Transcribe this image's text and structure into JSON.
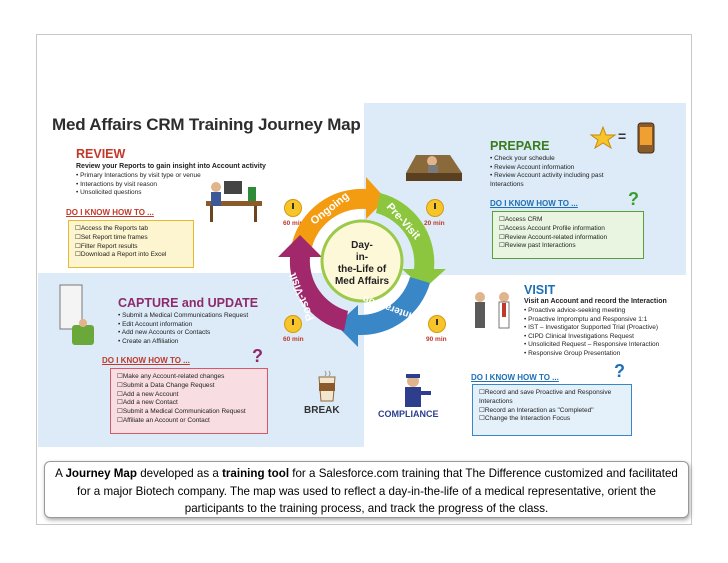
{
  "title": "Med Affairs CRM Training Journey Map",
  "review": {
    "title": "REVIEW",
    "subtitle": "Review your Reports to gain insight into Account activity",
    "bullets": [
      "Primary Interactions by visit type or venue",
      "Interactions by visit reason",
      "Unsolicited questions"
    ],
    "do_i_know": "DO I KNOW HOW TO ...",
    "checklist": [
      "Access the Reports tab",
      "Set Report time frames",
      "Filter Report results",
      "Download a Report into Excel"
    ],
    "time": "60 min"
  },
  "prepare": {
    "title": "PREPARE",
    "bullets": [
      "Check your schedule",
      "Review Account information",
      "Review Account activity including past Interactions"
    ],
    "do_i_know": "DO I KNOW HOW TO ...",
    "checklist": [
      "Access CRM",
      "Access Account Profile information",
      "Review Account-related information",
      "Review past Interactions"
    ],
    "time": "20 min",
    "equals": "="
  },
  "capture": {
    "title": "CAPTURE and UPDATE",
    "bullets": [
      "Submit a Medical Communications Request",
      "Edit Account information",
      "Add new Accounts or Contacts",
      "Create an Affiliation"
    ],
    "do_i_know": "DO I KNOW HOW TO ...",
    "checklist": [
      "Make any Account-related changes",
      "Submit a Data Change Request",
      "Add a new Account",
      "Add a new Contact",
      "Submit a Medical Communication Request",
      "Affiliate an Account or Contact"
    ],
    "time": "60 min"
  },
  "visit": {
    "title": "VISIT",
    "subtitle": "Visit an Account and record the Interaction",
    "bullets": [
      "Proactive advice-seeking meeting",
      "Proactive Impromptu and Responsive 1:1",
      "IST – Investigator Supported Trial (Proactive)",
      "CIPD Clinical Investigations Request",
      "Unsolicited Request – Responsive Interaction",
      "Responsive Group Presentation"
    ],
    "do_i_know": "DO I KNOW HOW TO ...",
    "checklist": [
      "Record and save Proactive and Responsive Interactions",
      "Record an Interaction as \"Completed\"",
      "Change the Interaction Focus"
    ],
    "time": "90 min"
  },
  "cycle": {
    "center": "Day-in-the-Life of Med Affairs",
    "center_lines": [
      "Day-",
      "in-",
      "the-Life of",
      "Med Affairs"
    ],
    "ongoing": "Ongoing",
    "previsit": "Pre-Visit",
    "interaction": "Interaction",
    "postvisit": "Post-Visit",
    "break": "BREAK",
    "compliance": "COMPLIANCE",
    "qmark": "?"
  },
  "caption": {
    "p1": "A ",
    "b1": "Journey Map",
    "p2": " developed as a ",
    "b2": "training tool",
    "p3": " for a Salesforce.com training that The Difference customized and facilitated for a major Biotech company. The map was used to reflect a day-in-the-life of a medical representative, orient the participants to the training process, and track the progress of the class."
  },
  "colors": {
    "review": "#c0392b",
    "prepare": "#3a7d1e",
    "capture": "#8e2a6b",
    "visit": "#1f6fb5",
    "ongoing_arrow": "#f39c12",
    "previsit_arrow": "#8cc63f",
    "interaction_arrow": "#3a87c8",
    "postvisit_arrow": "#a0286b"
  }
}
